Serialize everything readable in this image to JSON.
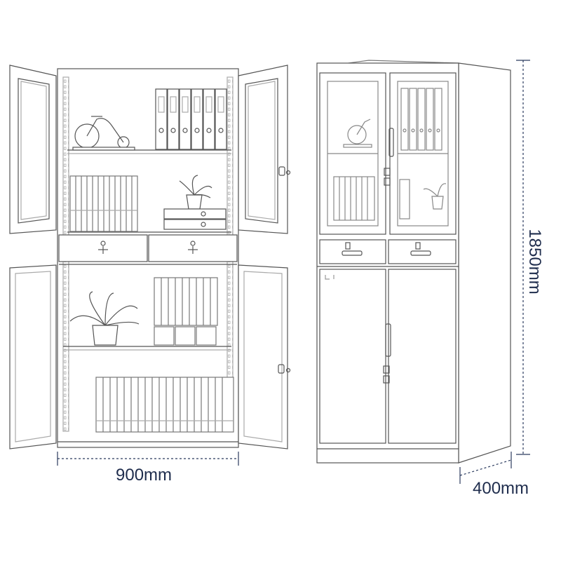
{
  "dimensions": {
    "width": "900mm",
    "depth": "400mm",
    "height": "1850mm"
  },
  "colors": {
    "line": "#555555",
    "line_light": "#9a9a9a",
    "dimension": "#2a3a5e",
    "background": "#ffffff"
  }
}
